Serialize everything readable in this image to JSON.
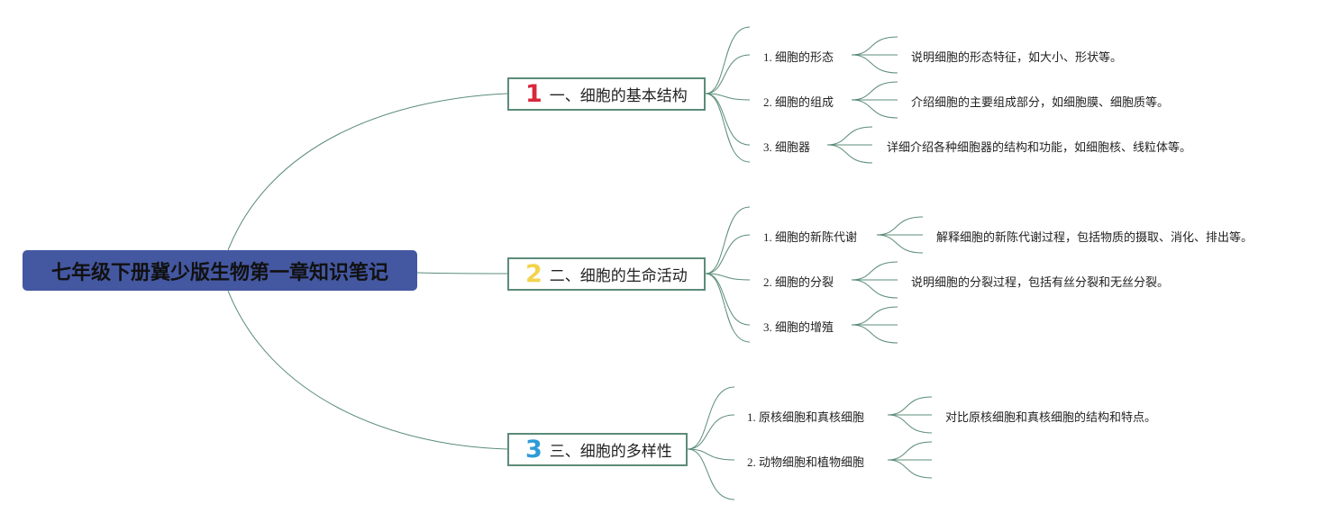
{
  "title": "七年级下册冀少版生物第一章知识笔记",
  "colors": {
    "root_fill": "#4457a1",
    "line": "#5b8c78",
    "num1": "#d9283b",
    "num2": "#f3d34a",
    "num3": "#2e9bd8"
  },
  "branches": [
    {
      "num": "1",
      "label": "一、细胞的基本结构",
      "children": [
        {
          "label": "1. 细胞的形态",
          "desc": "说明细胞的形态特征，如大小、形状等。"
        },
        {
          "label": "2. 细胞的组成",
          "desc": "介绍细胞的主要组成部分，如细胞膜、细胞质等。"
        },
        {
          "label": "3. 细胞器",
          "desc": "详细介绍各种细胞器的结构和功能，如细胞核、线粒体等。"
        }
      ]
    },
    {
      "num": "2",
      "label": "二、细胞的生命活动",
      "children": [
        {
          "label": "1. 细胞的新陈代谢",
          "desc": "解释细胞的新陈代谢过程，包括物质的摄取、消化、排出等。"
        },
        {
          "label": "2. 细胞的分裂",
          "desc": "说明细胞的分裂过程，包括有丝分裂和无丝分裂。"
        },
        {
          "label": "3. 细胞的增殖",
          "desc": ""
        }
      ]
    },
    {
      "num": "3",
      "label": "三、细胞的多样性",
      "children": [
        {
          "label": "1. 原核细胞和真核细胞",
          "desc": "对比原核细胞和真核细胞的结构和特点。"
        },
        {
          "label": "2. 动物细胞和植物细胞",
          "desc": ""
        }
      ]
    }
  ]
}
